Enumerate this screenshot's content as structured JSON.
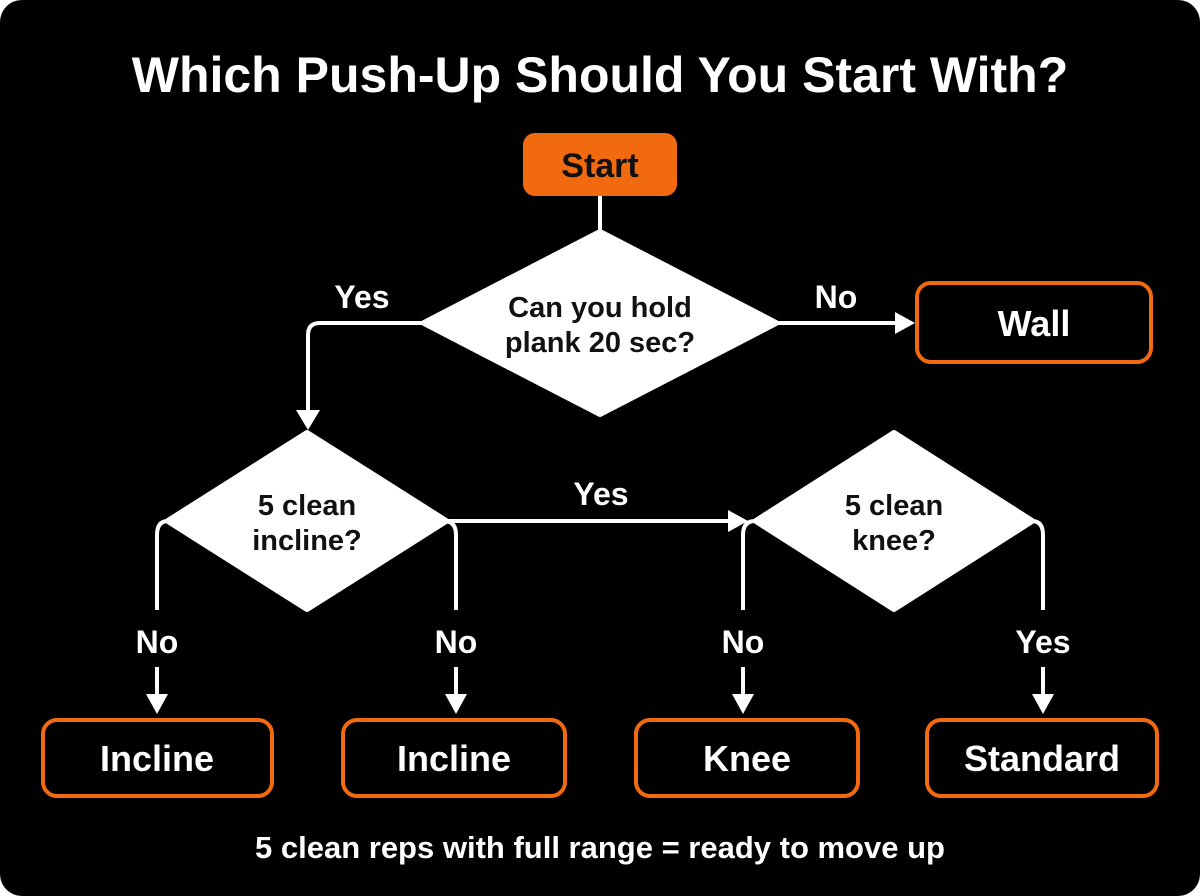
{
  "title": "Which Push-Up Should You Start With?",
  "colors": {
    "background": "#000000",
    "accent": "#f26a10",
    "line": "#ffffff"
  },
  "nodes": {
    "start": "Start",
    "q_plank": [
      "Can you hold",
      "plank 20 sec?"
    ],
    "q_incline": [
      "5 clean",
      "incline?"
    ],
    "q_knee": [
      "5 clean",
      "knee?"
    ],
    "wall": "Wall",
    "incline_1": "Incline",
    "incline_2": "Incline",
    "knee": "Knee",
    "standard": "Standard"
  },
  "edge_labels": {
    "plank_yes": "Yes",
    "plank_no": "No",
    "incline_yes": "Yes",
    "incline_no_left": "No",
    "incline_no_right": "No",
    "knee_no": "No",
    "knee_yes": "Yes"
  },
  "footer": "5 clean reps with full range = ready to move up"
}
